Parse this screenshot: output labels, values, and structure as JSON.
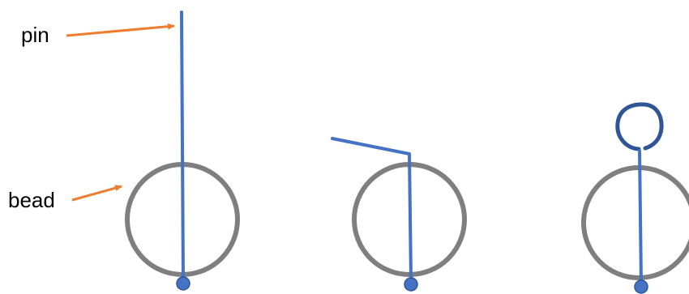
{
  "labels": {
    "pin": "pin",
    "bead": "bead"
  },
  "colors": {
    "pin": "#4472c4",
    "pin_dark": "#2f5597",
    "bead": "#7f7f7f",
    "arrow": "#ed7d31",
    "text": "#000000"
  },
  "panels": [
    {
      "name": "straight-pin",
      "pin_end": "straight"
    },
    {
      "name": "bent-pin",
      "pin_end": "bent"
    },
    {
      "name": "looped-pin",
      "pin_end": "loop"
    }
  ]
}
